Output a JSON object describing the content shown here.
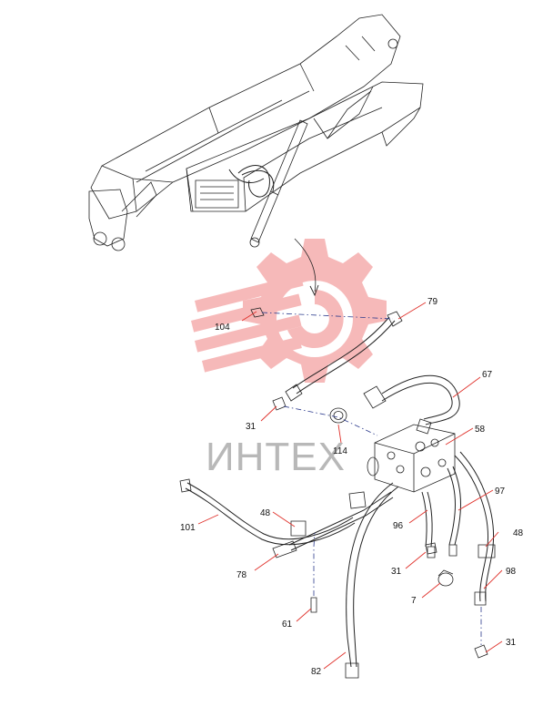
{
  "watermark": {
    "text": "ИНТЕХ",
    "color": "#f08080"
  },
  "callouts": [
    {
      "id": "c104",
      "label": "104"
    },
    {
      "id": "c79",
      "label": "79"
    },
    {
      "id": "c31a",
      "label": "31"
    },
    {
      "id": "c114",
      "label": "114"
    },
    {
      "id": "c67",
      "label": "67"
    },
    {
      "id": "c58",
      "label": "58"
    },
    {
      "id": "c97",
      "label": "97"
    },
    {
      "id": "c96",
      "label": "96"
    },
    {
      "id": "c101",
      "label": "101"
    },
    {
      "id": "c48a",
      "label": "48"
    },
    {
      "id": "c48b",
      "label": "48"
    },
    {
      "id": "c78",
      "label": "78"
    },
    {
      "id": "c31b",
      "label": "31"
    },
    {
      "id": "c98",
      "label": "98"
    },
    {
      "id": "c7",
      "label": "7"
    },
    {
      "id": "c61",
      "label": "61"
    },
    {
      "id": "c31c",
      "label": "31"
    },
    {
      "id": "c82",
      "label": "82"
    }
  ]
}
